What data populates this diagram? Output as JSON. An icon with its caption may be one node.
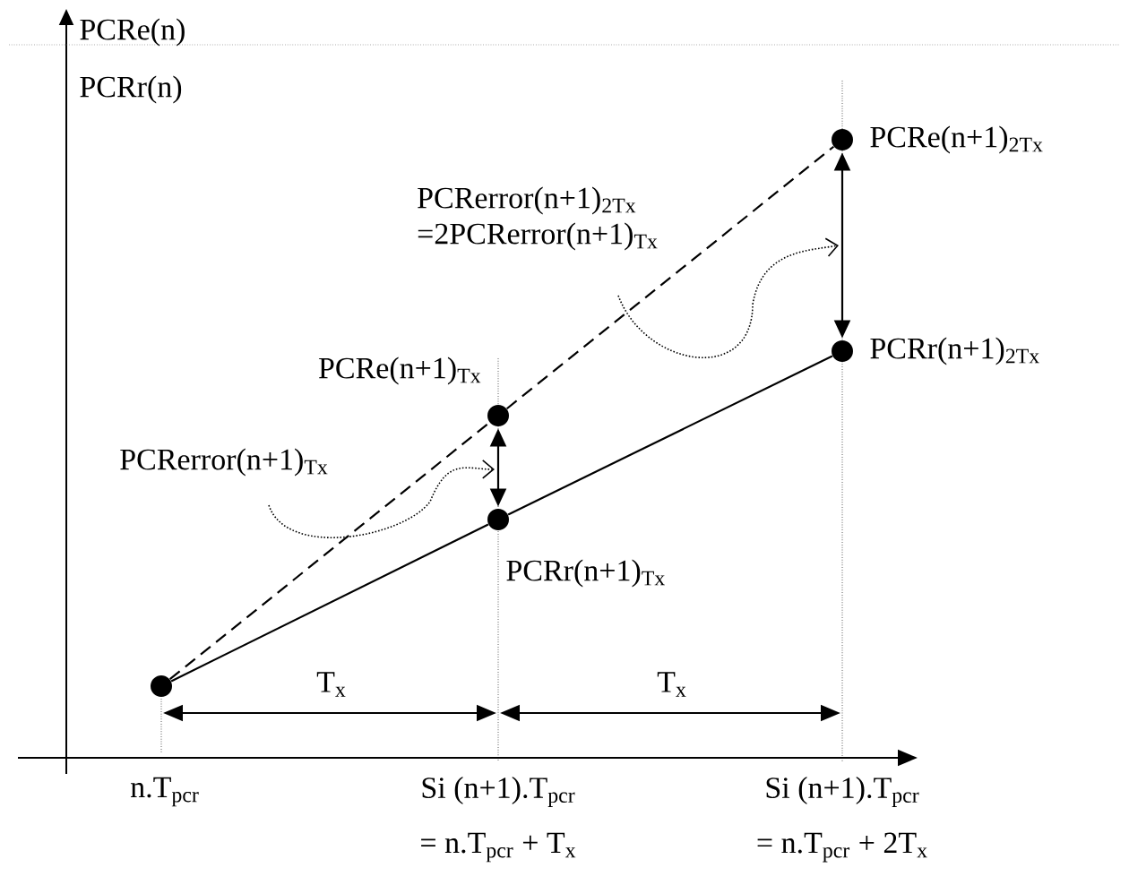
{
  "diagram": {
    "nodes": [
      {
        "text": [],
        "shape": "circle"
      },
      {
        "text": [],
        "shape": "circle",
        "beside": [
          "PCRe(n+1)$_{Tx}$"
        ]
      },
      {
        "text": [],
        "shape": "circle",
        "beside": [
          "PCRr(n+1)$_{Tx}$"
        ]
      },
      {
        "text": [],
        "shape": "circle",
        "beside": [
          "PCRe(n+1)$_{2Tx}$"
        ]
      },
      {
        "text": [],
        "shape": "circle",
        "beside": [
          "PCRr(n+1)$_{2Tx}$"
        ]
      },
      {
        "text": [
          "PCRerror(n+1)$_{Tx}$"
        ]
      },
      {
        "text": [
          "PCRerror(n+1)$_{2Tx}$",
          "=2PCRerror(n+1)$_{Tx}$"
        ]
      }
    ],
    "edges": [
      {
        "from": 0,
        "to": 1,
        "arrow": "none",
        "style": "dashed"
      },
      {
        "from": 0,
        "to": 2,
        "arrow": "none"
      },
      {
        "from": 1,
        "to": 3,
        "arrow": "none",
        "style": "dashed"
      },
      {
        "from": 2,
        "to": 4,
        "arrow": "none"
      },
      {
        "from": 1,
        "to": 2,
        "arrow": "both"
      },
      {
        "from": 3,
        "to": 4,
        "arrow": "both"
      },
      {
        "from": 5,
        "to": null,
        "arrow": "to",
        "style": "dashed"
      },
      {
        "from": 6,
        "to": null,
        "arrow": "to",
        "style": "dashed"
      }
    ],
    "labels": [
      "PCRe(n)",
      "PCRr(n)",
      "T$_{x}$",
      "T$_{x}$",
      "n.T$_{pcr}$",
      "Si (n+1).T$_{pcr}$",
      "= n.T$_{pcr}$ + T$_{x}$",
      "Si (n+1).T$_{pcr}$",
      "= n.T$_{pcr}$ + 2T$_{x}$"
    ]
  }
}
